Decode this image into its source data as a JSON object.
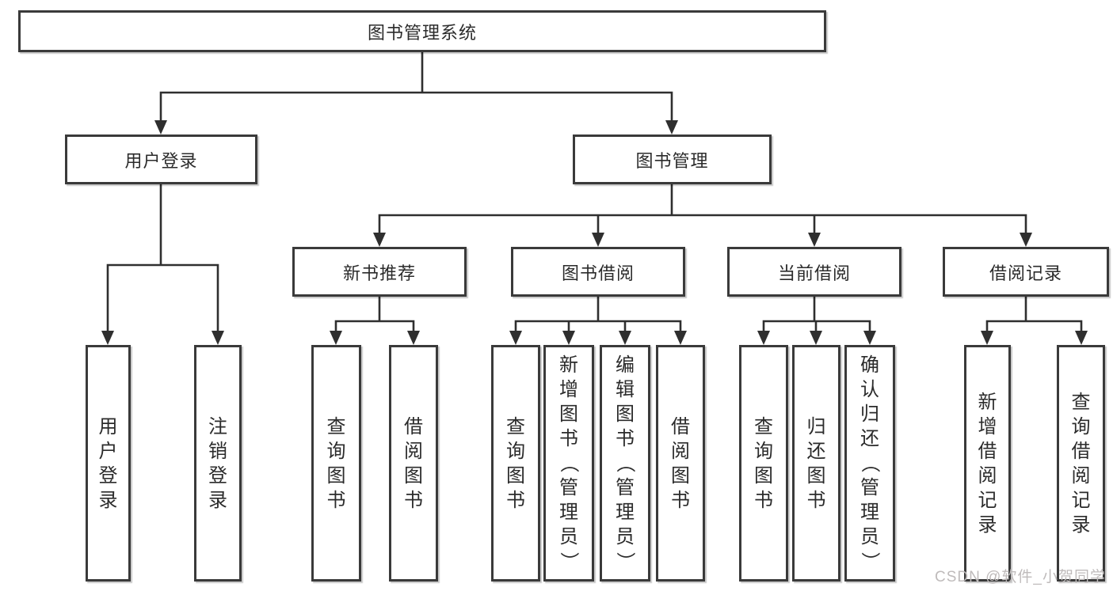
{
  "diagram": {
    "title": "图书管理系统",
    "nodes": {
      "root": {
        "label": "图书管理系统"
      },
      "userLogin": {
        "label": "用户登录"
      },
      "bookMgmt": {
        "label": "图书管理"
      },
      "newBookRec": {
        "label": "新书推荐"
      },
      "bookBorrow": {
        "label": "图书借阅"
      },
      "currentBorrow": {
        "label": "当前借阅"
      },
      "borrowRecords": {
        "label": "借阅记录"
      },
      "leafUserLogin": {
        "label": "用户登录"
      },
      "leafLogout": {
        "label": "注销登录"
      },
      "leafQueryBooksRec": {
        "label": "查询图书"
      },
      "leafBorrowBooksRec": {
        "label": "借阅图书"
      },
      "leafQueryBooksBorrow": {
        "label": "查询图书"
      },
      "leafAddBook": {
        "label": "新增图书（管理员）"
      },
      "leafEditBook": {
        "label": "编辑图书（管理员）"
      },
      "leafBorrowBooksBorrow": {
        "label": "借阅图书"
      },
      "leafQueryBooksCurrent": {
        "label": "查询图书"
      },
      "leafReturnBook": {
        "label": "归还图书"
      },
      "leafConfirmReturn": {
        "label": "确认归还（管理员）"
      },
      "leafAddBorrowRecord": {
        "label": "新增借阅记录"
      },
      "leafQueryBorrowRecord": {
        "label": "查询借阅记录"
      }
    },
    "hierarchy": {
      "图书管理系统": {
        "用户登录": [
          "用户登录",
          "注销登录"
        ],
        "图书管理": {
          "新书推荐": [
            "查询图书",
            "借阅图书"
          ],
          "图书借阅": [
            "查询图书",
            "新增图书（管理员）",
            "编辑图书（管理员）",
            "借阅图书"
          ],
          "当前借阅": [
            "查询图书",
            "归还图书",
            "确认归还（管理员）"
          ],
          "借阅记录": [
            "新增借阅记录",
            "查询借阅记录"
          ]
        }
      }
    }
  },
  "colors": {
    "line": "#2f2f2f",
    "border": "#3a3a3a",
    "background": "#ffffff",
    "text": "#2b2b2b",
    "watermark": "#bfbbbb"
  },
  "watermark": {
    "text": "CSDN @软件_小贺同学"
  }
}
